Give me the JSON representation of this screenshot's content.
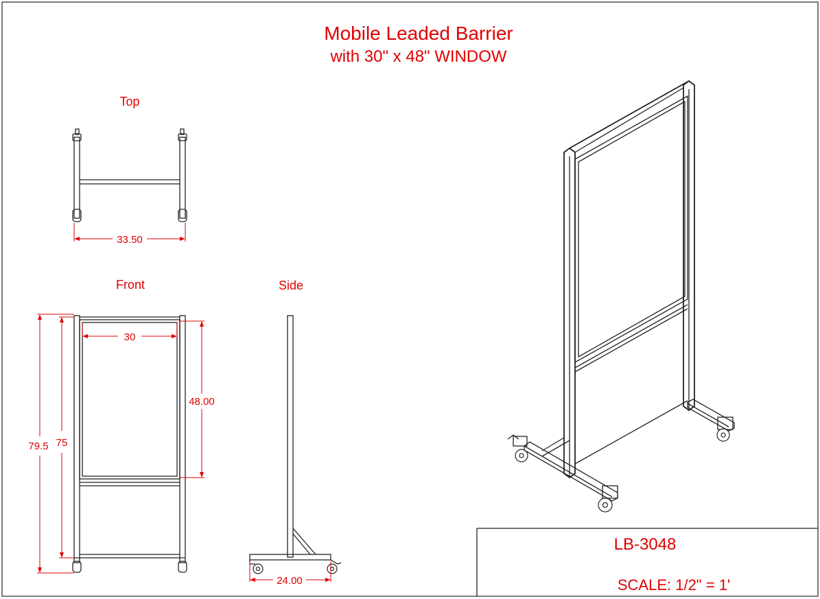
{
  "title": {
    "line1": "Mobile Leaded Barrier",
    "line2": "with 30\" x 48\" WINDOW"
  },
  "views": {
    "top": "Top",
    "front": "Front",
    "side": "Side"
  },
  "dimensions": {
    "top_width": "33.50",
    "front_window_width": "30",
    "front_window_height": "48.00",
    "front_overall_height": "79.5",
    "front_frame_height": "75",
    "side_base_depth": "24.00"
  },
  "title_block": {
    "part_number": "LB-3048",
    "scale": "SCALE: 1/2\" = 1'"
  },
  "colors": {
    "annotation": "#e00000",
    "linework": "#222222"
  }
}
